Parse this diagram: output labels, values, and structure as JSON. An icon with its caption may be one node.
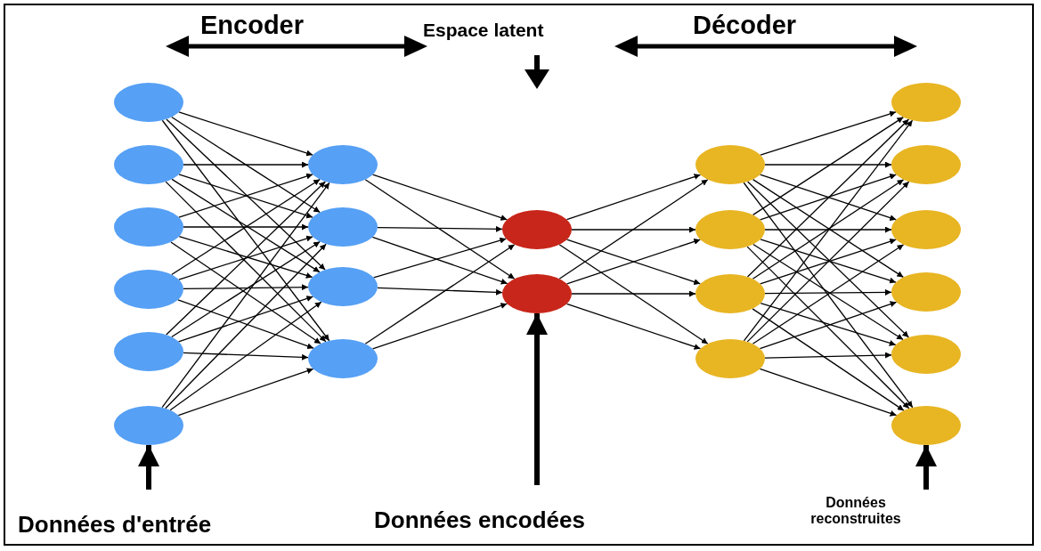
{
  "diagram": {
    "nodes": [
      {
        "text": [],
        "shape": "circle"
      },
      {
        "text": [],
        "shape": "circle"
      },
      {
        "text": [],
        "shape": "circle"
      },
      {
        "text": [],
        "shape": "circle"
      },
      {
        "text": [],
        "shape": "circle"
      },
      {
        "text": [],
        "shape": "circle"
      },
      {
        "text": [],
        "shape": "circle"
      },
      {
        "text": [],
        "shape": "circle"
      },
      {
        "text": [],
        "shape": "circle"
      },
      {
        "text": [],
        "shape": "circle"
      },
      {
        "text": [],
        "shape": "circle"
      },
      {
        "text": [],
        "shape": "circle"
      },
      {
        "text": [],
        "shape": "circle"
      },
      {
        "text": [],
        "shape": "circle"
      },
      {
        "text": [],
        "shape": "circle"
      },
      {
        "text": [],
        "shape": "circle"
      },
      {
        "text": [],
        "shape": "circle"
      },
      {
        "text": [],
        "shape": "circle"
      },
      {
        "text": [],
        "shape": "circle"
      },
      {
        "text": [],
        "shape": "circle"
      },
      {
        "text": [],
        "shape": "circle"
      },
      {
        "text": [],
        "shape": "circle"
      }
    ],
    "edges": [
      {
        "from": 0,
        "to": 6,
        "arrow": "to"
      },
      {
        "from": 0,
        "to": 7,
        "arrow": "to"
      },
      {
        "from": 0,
        "to": 8,
        "arrow": "to"
      },
      {
        "from": 0,
        "to": 9,
        "arrow": "to"
      },
      {
        "from": 1,
        "to": 6,
        "arrow": "to"
      },
      {
        "from": 1,
        "to": 7,
        "arrow": "to"
      },
      {
        "from": 1,
        "to": 8,
        "arrow": "to"
      },
      {
        "from": 1,
        "to": 9,
        "arrow": "to"
      },
      {
        "from": 2,
        "to": 6,
        "arrow": "to"
      },
      {
        "from": 2,
        "to": 7,
        "arrow": "to"
      },
      {
        "from": 2,
        "to": 8,
        "arrow": "to"
      },
      {
        "from": 2,
        "to": 9,
        "arrow": "to"
      },
      {
        "from": 3,
        "to": 6,
        "arrow": "to"
      },
      {
        "from": 3,
        "to": 7,
        "arrow": "to"
      },
      {
        "from": 3,
        "to": 8,
        "arrow": "to"
      },
      {
        "from": 3,
        "to": 9,
        "arrow": "to"
      },
      {
        "from": 4,
        "to": 6,
        "arrow": "to"
      },
      {
        "from": 4,
        "to": 7,
        "arrow": "to"
      },
      {
        "from": 4,
        "to": 8,
        "arrow": "to"
      },
      {
        "from": 4,
        "to": 9,
        "arrow": "to"
      },
      {
        "from": 5,
        "to": 6,
        "arrow": "to"
      },
      {
        "from": 5,
        "to": 7,
        "arrow": "to"
      },
      {
        "from": 5,
        "to": 8,
        "arrow": "to"
      },
      {
        "from": 5,
        "to": 9,
        "arrow": "to"
      },
      {
        "from": 6,
        "to": 10,
        "arrow": "to"
      },
      {
        "from": 6,
        "to": 11,
        "arrow": "to"
      },
      {
        "from": 7,
        "to": 10,
        "arrow": "to"
      },
      {
        "from": 7,
        "to": 11,
        "arrow": "to"
      },
      {
        "from": 8,
        "to": 10,
        "arrow": "to"
      },
      {
        "from": 8,
        "to": 11,
        "arrow": "to"
      },
      {
        "from": 9,
        "to": 10,
        "arrow": "to"
      },
      {
        "from": 9,
        "to": 11,
        "arrow": "to"
      },
      {
        "from": 10,
        "to": 12,
        "arrow": "to"
      },
      {
        "from": 10,
        "to": 13,
        "arrow": "to"
      },
      {
        "from": 10,
        "to": 14,
        "arrow": "to"
      },
      {
        "from": 10,
        "to": 15,
        "arrow": "to"
      },
      {
        "from": 11,
        "to": 12,
        "arrow": "to"
      },
      {
        "from": 11,
        "to": 13,
        "arrow": "to"
      },
      {
        "from": 11,
        "to": 14,
        "arrow": "to"
      },
      {
        "from": 11,
        "to": 15,
        "arrow": "to"
      },
      {
        "from": 12,
        "to": 16,
        "arrow": "to"
      },
      {
        "from": 12,
        "to": 17,
        "arrow": "to"
      },
      {
        "from": 12,
        "to": 18,
        "arrow": "to"
      },
      {
        "from": 12,
        "to": 19,
        "arrow": "to"
      },
      {
        "from": 12,
        "to": 20,
        "arrow": "to"
      },
      {
        "from": 12,
        "to": 21,
        "arrow": "to"
      },
      {
        "from": 13,
        "to": 16,
        "arrow": "to"
      },
      {
        "from": 13,
        "to": 17,
        "arrow": "to"
      },
      {
        "from": 13,
        "to": 18,
        "arrow": "to"
      },
      {
        "from": 13,
        "to": 19,
        "arrow": "to"
      },
      {
        "from": 13,
        "to": 20,
        "arrow": "to"
      },
      {
        "from": 13,
        "to": 21,
        "arrow": "to"
      },
      {
        "from": 14,
        "to": 16,
        "arrow": "to"
      },
      {
        "from": 14,
        "to": 17,
        "arrow": "to"
      },
      {
        "from": 14,
        "to": 18,
        "arrow": "to"
      },
      {
        "from": 14,
        "to": 19,
        "arrow": "to"
      },
      {
        "from": 14,
        "to": 20,
        "arrow": "to"
      },
      {
        "from": 14,
        "to": 21,
        "arrow": "to"
      },
      {
        "from": 15,
        "to": 16,
        "arrow": "to"
      },
      {
        "from": 15,
        "to": 17,
        "arrow": "to"
      },
      {
        "from": 15,
        "to": 18,
        "arrow": "to"
      },
      {
        "from": 15,
        "to": 19,
        "arrow": "to"
      },
      {
        "from": 15,
        "to": 20,
        "arrow": "to"
      },
      {
        "from": 15,
        "to": 21,
        "arrow": "to"
      },
      {
        "from": null,
        "to": 5,
        "arrow": "to",
        "style": "thick"
      },
      {
        "from": null,
        "to": 11,
        "arrow": "to",
        "style": "thick"
      },
      {
        "from": null,
        "to": 21,
        "arrow": "to",
        "style": "thick"
      }
    ],
    "labels": [
      "Encoder",
      "Espace latent",
      "Décoder",
      "Données d'entrée",
      "Données encodées",
      "Données reconstruites"
    ]
  }
}
